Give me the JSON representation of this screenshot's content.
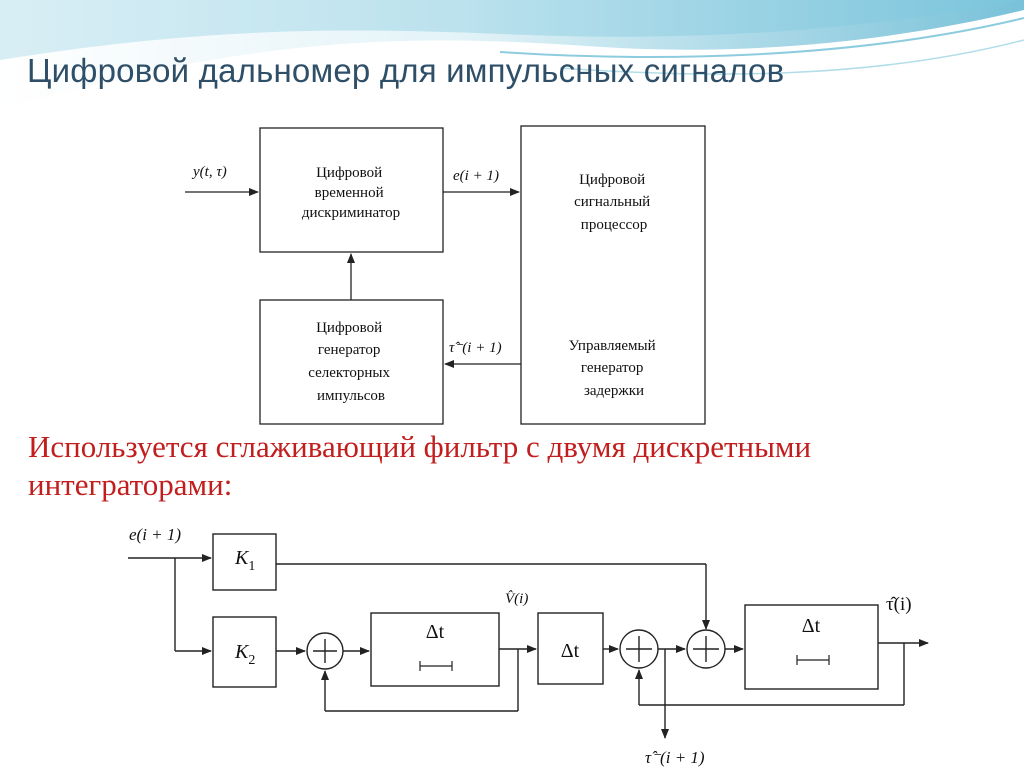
{
  "slide": {
    "title": "Цифровой дальномер для импульсных сигналов",
    "subtitle": "Используется сглаживающий фильтр с двумя дискретными интеграторами:"
  },
  "diagram1": {
    "input_label": "y(t, τ)",
    "block_discriminator": [
      "Цифровой",
      "временной",
      "дискриминатор"
    ],
    "block_generator": [
      "Цифровой",
      "генератор",
      "селекторных",
      "импульсов"
    ],
    "block_processor": [
      "Цифровой",
      "сигнальный",
      "процессор"
    ],
    "block_delay": [
      "Управляемый",
      "генератор",
      "задержки"
    ],
    "signal_e": "e(i + 1)",
    "signal_tau": "τ̂⁻(i + 1)"
  },
  "diagram2": {
    "input_label": "e(i + 1)",
    "k1": "K",
    "k1_sub": "1",
    "k2": "K",
    "k2_sub": "2",
    "dt": "Δt",
    "v_label": "V̂(i)",
    "tau_out_label": "τ̂(i)",
    "tau_feedback_label": "τ̂⁻(i + 1)"
  }
}
